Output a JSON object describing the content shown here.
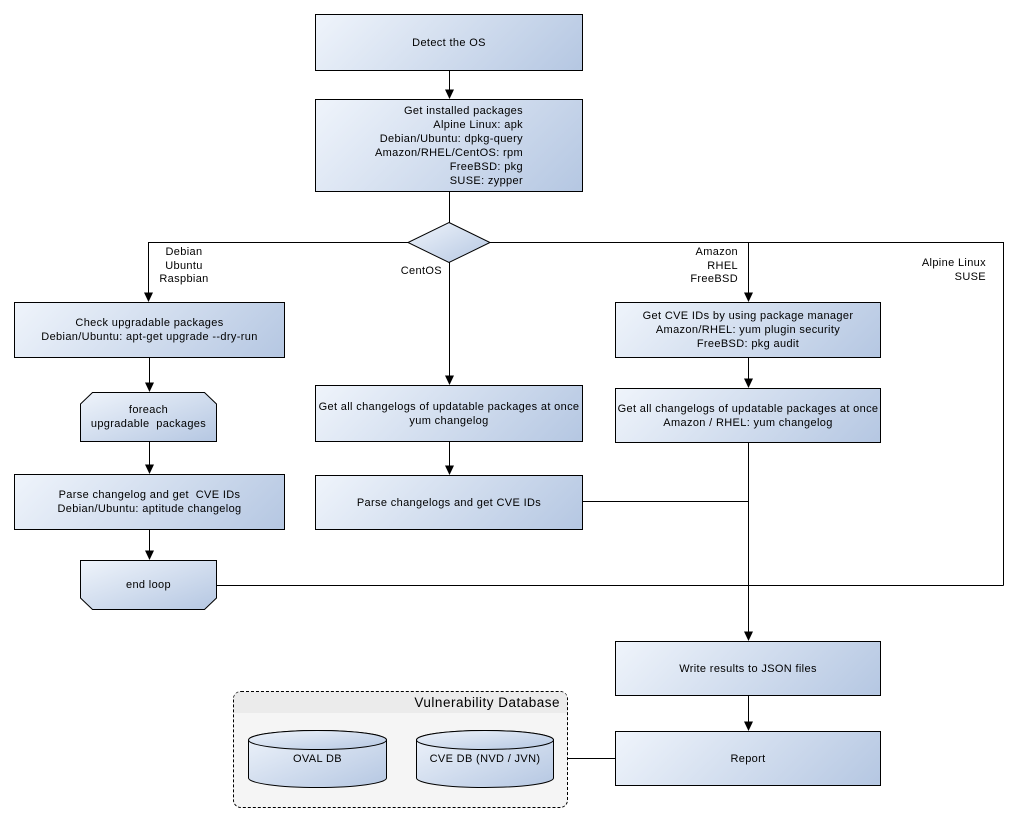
{
  "nodes": {
    "detect_os": {
      "label": "Detect the OS"
    },
    "get_installed_packages": {
      "label": "Get installed packages\nAlpine Linux: apk\nDebian/Ubuntu: dpkg-query\nAmazon/RHEL/CentOS: rpm\nFreeBSD: pkg\nSUSE: zypper"
    },
    "check_upgradable": {
      "label": "Check upgradable packages\nDebian/Ubuntu: apt-get upgrade --dry-run"
    },
    "foreach_loop": {
      "label": "foreach\nupgradable  packages"
    },
    "parse_changelog_deb": {
      "label": "Parse changelog and get  CVE IDs\nDebian/Ubuntu: aptitude changelog"
    },
    "end_loop": {
      "label": "end loop"
    },
    "changelogs_centos": {
      "label": "Get all changelogs of updatable packages at once\nyum changelog"
    },
    "parse_changelogs_centos": {
      "label": "Parse changelogs and get CVE IDs"
    },
    "get_cve_ids_pkg_mgr": {
      "label": "Get CVE IDs by using package manager\nAmazon/RHEL: yum plugin security\nFreeBSD: pkg audit"
    },
    "changelogs_amazon": {
      "label": "Get all changelogs of updatable packages at once\nAmazon / RHEL: yum changelog"
    },
    "write_results": {
      "label": "Write results to JSON files"
    },
    "report": {
      "label": "Report"
    }
  },
  "edge_labels": {
    "debian_branch": "Debian\nUbuntu\nRaspbian",
    "centos_branch": "CentOS",
    "amazon_branch": "Amazon\nRHEL\nFreeBSD",
    "alpine_branch": "Alpine Linux\nSUSE"
  },
  "vulnerability_database": {
    "title": "Vulnerability Database",
    "oval_db": "OVAL DB",
    "cve_db": "CVE DB (NVD / JVN)"
  },
  "theme": {
    "background": "#ffffff",
    "text_color": "#000000",
    "node_fill_light": "#eff4fb",
    "node_fill_dark": "#b5c7e2",
    "node_border": "#000000",
    "line_color": "#000000",
    "group_fill": "#f5f5f5",
    "group_header_fill": "#ebebeb",
    "group_border": "#000000"
  }
}
